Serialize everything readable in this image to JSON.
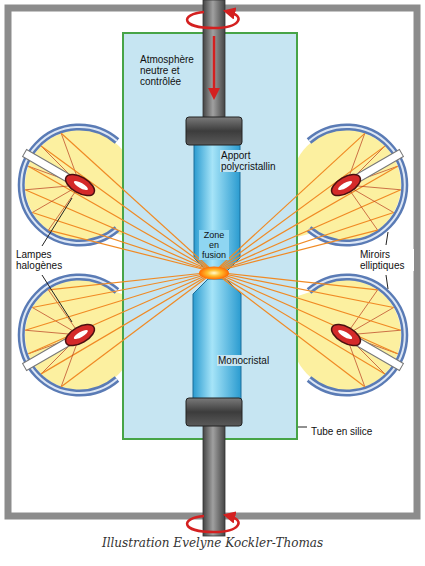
{
  "diagram": {
    "caption": "Illustration Evelyne Kockler-Thomas",
    "nodes": [
      {
        "text": [
          "Atmosphère neutre et contrôlée"
        ]
      },
      {
        "text": [
          "Apport polycristallin"
        ],
        "in": 0
      },
      {
        "text": [
          "Monocristal"
        ],
        "in": 0
      }
    ],
    "labels": [
      "Zone en fusion",
      "Lampes halogènes",
      "Miroirs elliptiques",
      "Tube en silice"
    ]
  }
}
